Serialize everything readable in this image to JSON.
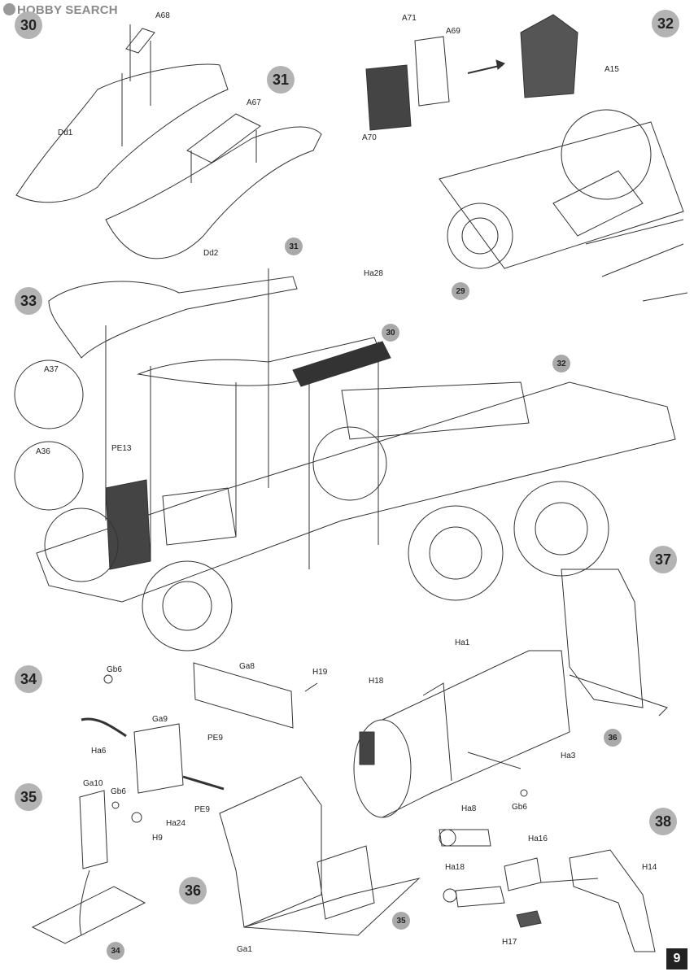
{
  "watermark": {
    "text": "HOBBY SEARCH"
  },
  "steps": [
    "30",
    "31",
    "32",
    "33",
    "34",
    "35",
    "36",
    "37",
    "38"
  ],
  "refs": [
    "31",
    "30",
    "32",
    "29",
    "36",
    "35",
    "34"
  ],
  "labels": {
    "a68": "A68",
    "a71": "A71",
    "a69": "A69",
    "a15": "A15",
    "a67": "A67",
    "dd1": "Dd1",
    "dd2": "Dd2",
    "a70": "A70",
    "ha28": "Ha28",
    "a37": "A37",
    "a36": "A36",
    "pe13": "PE13",
    "gb6_34": "Gb6",
    "ga8": "Ga8",
    "h19": "H19",
    "ha6": "Ha6",
    "ga9": "Ga9",
    "pe9a": "PE9",
    "pe9b": "PE9",
    "ha24": "Ha24",
    "ha1": "Ha1",
    "h18": "H18",
    "ha3": "Ha3",
    "gb6_37": "Gb6",
    "ga10": "Ga10",
    "gb6_35": "Gb6",
    "h9": "H9",
    "ga1": "Ga1",
    "ha8": "Ha8",
    "ha16": "Ha16",
    "ha18": "Ha18",
    "h14": "H14",
    "h17": "H17"
  },
  "page_number": "9"
}
